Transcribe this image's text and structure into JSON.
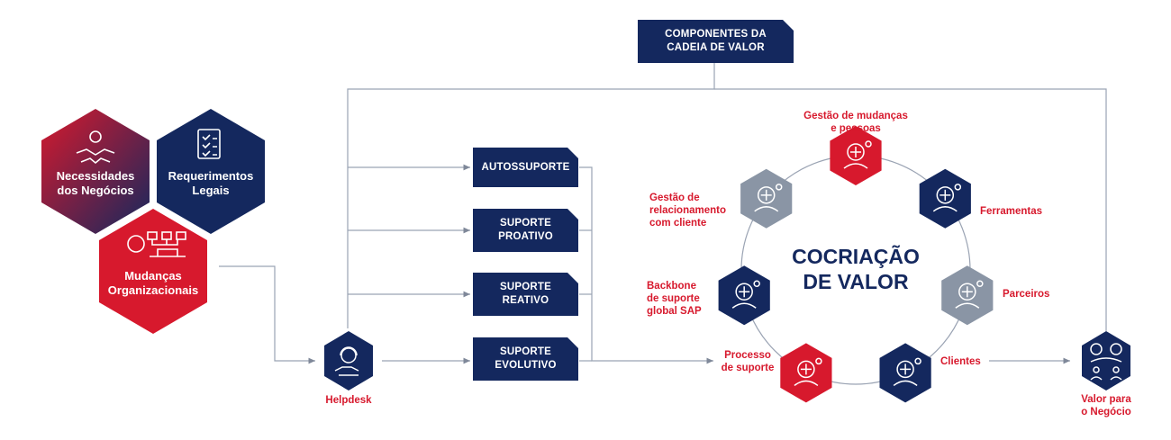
{
  "header_box": {
    "label": "COMPONENTES DA\nCADEIA DE VALOR"
  },
  "inputs": {
    "necessidades": "Necessidades\ndos Negócios",
    "requerimentos": "Requerimentos\nLegais",
    "mudancas": "Mudanças\nOrganizacionais"
  },
  "helpdesk": {
    "label": "Helpdesk"
  },
  "support_boxes": [
    {
      "label": "AUTOSSUPORTE"
    },
    {
      "label": "SUPORTE\nPROATIVO"
    },
    {
      "label": "SUPORTE\nREATIVO"
    },
    {
      "label": "SUPORTE\nEVOLUTIVO"
    }
  ],
  "cocreation": {
    "title": "COCRIAÇÃO\nDE VALOR",
    "nodes": [
      {
        "label": "Gestão de mudanças\ne pessoas",
        "color": "#d7192d",
        "icon": "idea-puzzle-icon"
      },
      {
        "label": "Ferramentas",
        "color": "#14285e",
        "icon": "gear-tools-icon"
      },
      {
        "label": "Parceiros",
        "color": "#8a95a5",
        "icon": "handshake-people-icon"
      },
      {
        "label": "Clientes",
        "color": "#14285e",
        "icon": "network-people-icon"
      },
      {
        "label": "Processo\nde suporte",
        "color": "#d7192d",
        "icon": "process-flow-icon"
      },
      {
        "label": "Backbone\nde suporte\nglobal SAP",
        "color": "#14285e",
        "icon": "globe-circuit-icon"
      },
      {
        "label": "Gestão de\nrelacionamento\ncom cliente",
        "color": "#8a95a5",
        "icon": "chat-user-icon"
      }
    ]
  },
  "output": {
    "label": "Valor para\no Negócio"
  },
  "colors": {
    "navy": "#14285e",
    "red": "#d7192d",
    "gray": "#8a95a5",
    "line": "#9aa3b3"
  }
}
